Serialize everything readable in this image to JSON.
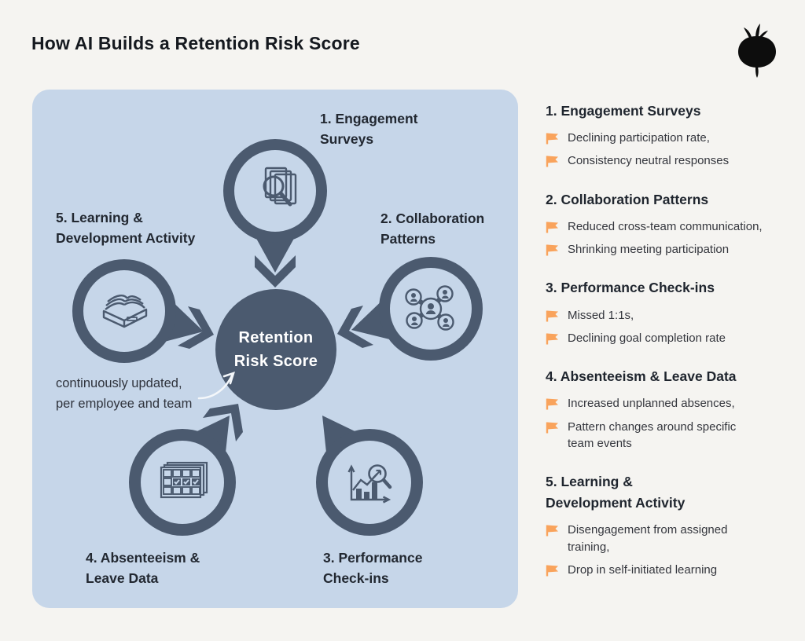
{
  "page": {
    "title": "How AI Builds a Retention Risk Score"
  },
  "diagram": {
    "center": {
      "line1": "Retention",
      "line2": "Risk Score"
    },
    "annotation": {
      "line1": "continuously updated,",
      "line2": "per employee and team"
    },
    "nodes": [
      {
        "line1": "1. Engagement",
        "line2": "Surveys",
        "icon": "survey-magnifier-icon"
      },
      {
        "line1": "2. Collaboration",
        "line2": "Patterns",
        "icon": "people-network-icon"
      },
      {
        "line1": "3. Performance",
        "line2": "Check-ins",
        "icon": "chart-magnifier-icon"
      },
      {
        "line1": "4. Absenteeism &",
        "line2": "Leave Data",
        "icon": "calendar-checks-icon"
      },
      {
        "line1": "5. Learning &",
        "line2": "Development Activity",
        "icon": "open-book-icon"
      }
    ]
  },
  "details": {
    "sections": [
      {
        "heading": "1. Engagement Surveys",
        "items": [
          "Declining participation rate,",
          "Consistency neutral responses"
        ]
      },
      {
        "heading": "2. Collaboration Patterns",
        "items": [
          "Reduced cross-team communication,",
          "Shrinking meeting participation"
        ]
      },
      {
        "heading": "3. Performance Check-ins",
        "items": [
          "Missed 1:1s,",
          "Declining goal completion rate"
        ]
      },
      {
        "heading": "4. Absenteeism & Leave Data",
        "items": [
          "Increased unplanned absences,",
          "Pattern changes around specific team events"
        ]
      },
      {
        "heading": "5. Learning &",
        "heading2": "Development Activity",
        "items": [
          "Disengagement from assigned training,",
          "Drop in self-initiated learning"
        ]
      }
    ]
  },
  "colors": {
    "background": "#f5f4f1",
    "panel_blue": "#c6d6e9",
    "slate": "#4b5a6f",
    "flag_orange": "#f9a35c",
    "title_text": "#15191f",
    "center_text": "#ffffff"
  }
}
